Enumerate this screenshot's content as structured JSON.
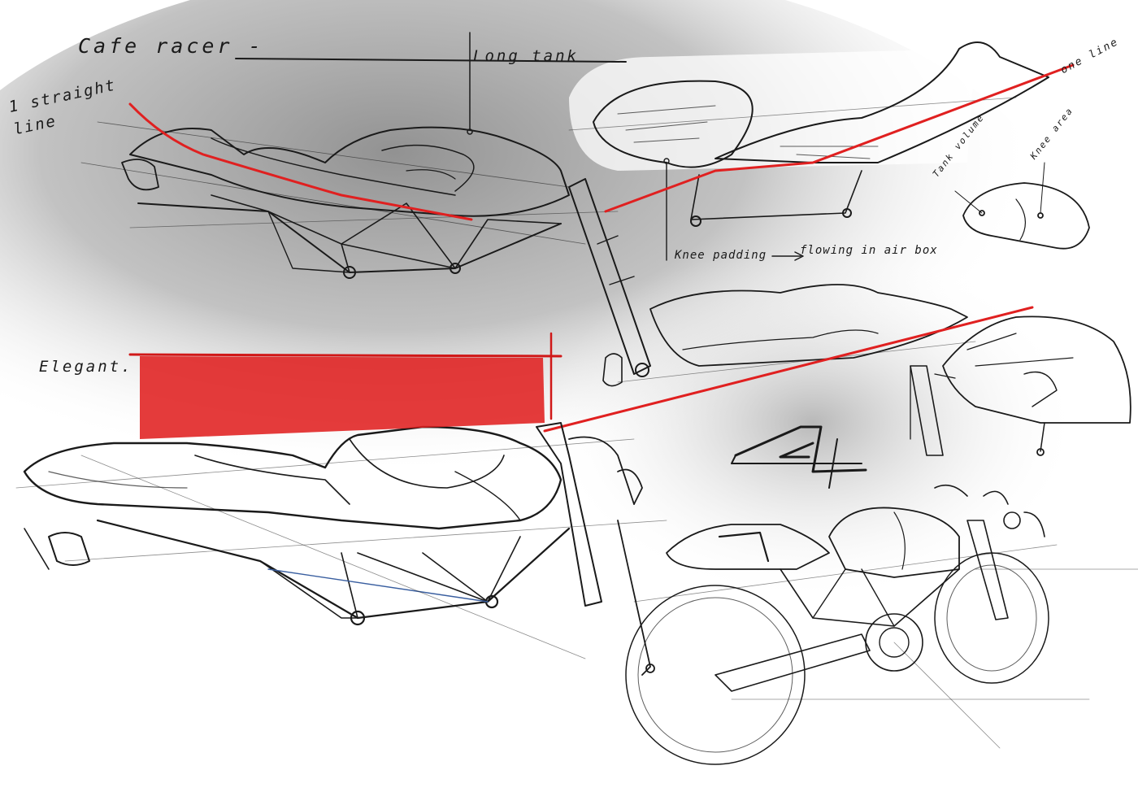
{
  "annotations": {
    "title": "Cafe racer -",
    "long_tank": "Long tank",
    "straight_line": "1 straight line",
    "one_line": "one line",
    "tank_volume": "Tank volume",
    "knee_area": "Knee area",
    "knee_padding": "Knee padding",
    "flowing": "flowing in air box",
    "elegant": "Elegant."
  },
  "colors": {
    "accent_red": "#e02020",
    "ink": "#1a1a1a",
    "wash_gray": "#8a8a8a",
    "paper": "#ffffff"
  }
}
